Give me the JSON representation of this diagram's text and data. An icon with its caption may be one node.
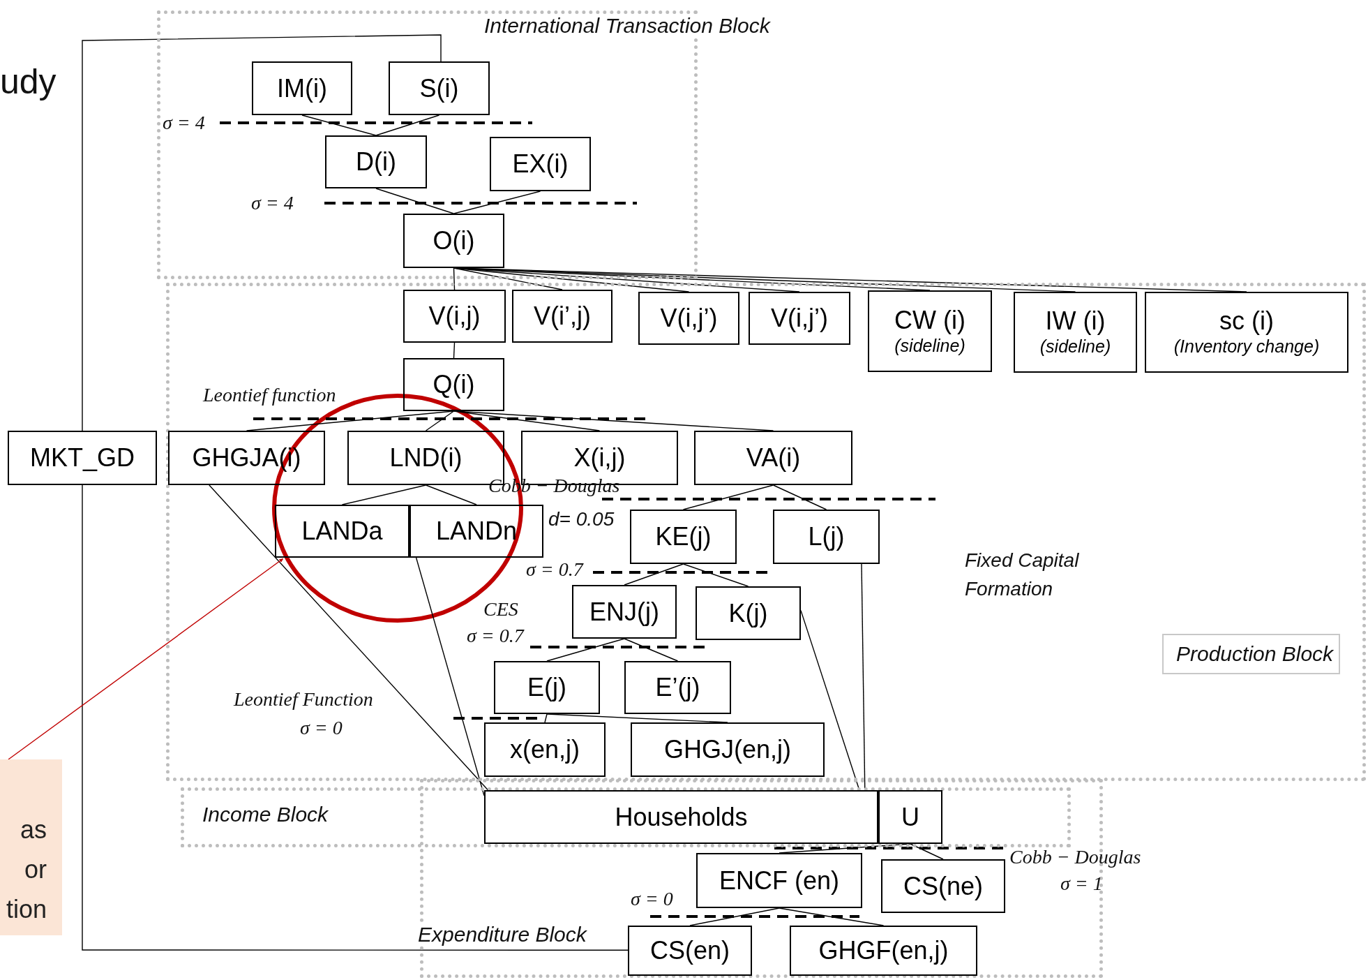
{
  "diagram": {
    "nodes": [
      {
        "text": [
          "International Transaction Block"
        ]
      },
      {
        "text": [
          "IM(i)"
        ],
        "in": 0
      },
      {
        "text": [
          "S(i)"
        ],
        "in": 0
      },
      {
        "text": [
          "D(i)"
        ],
        "in": 0
      },
      {
        "text": [
          "EX(i)"
        ],
        "in": 0
      },
      {
        "text": [
          "O(i)"
        ],
        "in": 0
      },
      {
        "text": [
          "Production Block"
        ]
      },
      {
        "text": [
          "V(i,j)"
        ],
        "in": 6
      },
      {
        "text": [
          "V(i’,j)"
        ],
        "in": 6
      },
      {
        "text": [
          "V(i,j’)"
        ],
        "in": 6
      },
      {
        "text": [
          "V(i,j’)"
        ],
        "in": 6
      },
      {
        "text": [
          "CW (i)",
          "(sideline)"
        ],
        "in": 6
      },
      {
        "text": [
          "IW (i)",
          "(sideline)"
        ],
        "in": 6
      },
      {
        "text": [
          "sc (i)",
          "(Inventory change)"
        ],
        "in": 6
      },
      {
        "text": [
          "Q(i)"
        ],
        "in": 6
      },
      {
        "text": [
          "MKT_GD"
        ]
      },
      {
        "text": [
          "GHGJA(i)"
        ],
        "in": 6
      },
      {
        "text": [
          "LND(i)"
        ],
        "in": 6
      },
      {
        "text": [
          "X(i,j)"
        ],
        "in": 6
      },
      {
        "text": [
          "VA(i)"
        ],
        "in": 6
      },
      {
        "text": [
          "LANDa"
        ],
        "in": 6
      },
      {
        "text": [
          "LANDn"
        ],
        "in": 6
      },
      {
        "text": [
          "KE(j)"
        ],
        "in": 6
      },
      {
        "text": [
          "L(j)"
        ],
        "in": 6
      },
      {
        "text": [
          "ENJ(j)"
        ],
        "in": 6
      },
      {
        "text": [
          "K(j)"
        ],
        "in": 6
      },
      {
        "text": [
          "E(j)"
        ],
        "in": 6
      },
      {
        "text": [
          "E’(j)"
        ],
        "in": 6
      },
      {
        "text": [
          "x(en,j)"
        ],
        "in": 6
      },
      {
        "text": [
          "GHGJ(en,j)"
        ],
        "in": 6
      },
      {
        "text": [
          "Income Block"
        ]
      },
      {
        "text": [
          "Expenditure Block"
        ]
      },
      {
        "text": [
          "Households"
        ]
      },
      {
        "text": [
          "U"
        ]
      },
      {
        "text": [
          "ENCF (en)"
        ],
        "in": 31
      },
      {
        "text": [
          "CS(ne)"
        ],
        "in": 31
      },
      {
        "text": [
          "CS(en)"
        ],
        "in": 31
      },
      {
        "text": [
          "GHGF(en,j)"
        ],
        "in": 31
      },
      {
        "text": [
          "as or tion"
        ]
      }
    ],
    "edges": [
      {
        "from": 1,
        "to": 3,
        "arrow": "none"
      },
      {
        "from": 2,
        "to": 3,
        "arrow": "none"
      },
      {
        "from": 3,
        "to": 5,
        "arrow": "none"
      },
      {
        "from": 4,
        "to": 5,
        "arrow": "none"
      },
      {
        "from": 5,
        "to": 7,
        "arrow": "none"
      },
      {
        "from": 5,
        "to": 8,
        "arrow": "none"
      },
      {
        "from": 5,
        "to": 9,
        "arrow": "none"
      },
      {
        "from": 5,
        "to": 10,
        "arrow": "none"
      },
      {
        "from": 5,
        "to": 11,
        "arrow": "none"
      },
      {
        "from": 5,
        "to": 12,
        "arrow": "none"
      },
      {
        "from": 5,
        "to": 13,
        "arrow": "none"
      },
      {
        "from": 7,
        "to": 14,
        "arrow": "none"
      },
      {
        "from": 14,
        "to": 16,
        "arrow": "none"
      },
      {
        "from": 14,
        "to": 17,
        "arrow": "none"
      },
      {
        "from": 14,
        "to": 18,
        "arrow": "none"
      },
      {
        "from": 14,
        "to": 19,
        "arrow": "none"
      },
      {
        "from": 17,
        "to": 20,
        "arrow": "none"
      },
      {
        "from": 17,
        "to": 21,
        "arrow": "none"
      },
      {
        "from": 19,
        "to": 22,
        "arrow": "none"
      },
      {
        "from": 19,
        "to": 23,
        "arrow": "none"
      },
      {
        "from": 22,
        "to": 24,
        "arrow": "none"
      },
      {
        "from": 22,
        "to": 25,
        "arrow": "none"
      },
      {
        "from": 24,
        "to": 26,
        "arrow": "none"
      },
      {
        "from": 24,
        "to": 27,
        "arrow": "none"
      },
      {
        "from": 26,
        "to": 28,
        "arrow": "none"
      },
      {
        "from": 26,
        "to": 29,
        "arrow": "none"
      },
      {
        "from": 16,
        "to": 32,
        "arrow": "none"
      },
      {
        "from": 21,
        "to": 32,
        "arrow": "none"
      },
      {
        "from": 25,
        "to": 32,
        "arrow": "none"
      },
      {
        "from": 23,
        "to": 32,
        "arrow": "none"
      },
      {
        "from": 33,
        "to": 34,
        "arrow": "none"
      },
      {
        "from": 33,
        "to": 35,
        "arrow": "none"
      },
      {
        "from": 34,
        "to": 36,
        "arrow": "none"
      },
      {
        "from": 34,
        "to": 37,
        "arrow": "none"
      },
      {
        "from": 15,
        "to": 2,
        "arrow": "none"
      },
      {
        "from": 15,
        "to": 36,
        "arrow": "none"
      },
      {
        "from": 38,
        "to": 20,
        "arrow": "to",
        "color": "#c00000"
      }
    ],
    "labels": [
      "udy",
      "σ = 4",
      "σ = 4",
      "Leontief function",
      "Cobb − Douglas",
      "d= 0.05",
      "σ = 0.7",
      "CES",
      "σ = 0.7",
      "Leontief Function",
      "σ = 0",
      "Fixed Capital Formation",
      "Cobb − Douglas",
      "σ = 1",
      "σ = 0"
    ]
  }
}
